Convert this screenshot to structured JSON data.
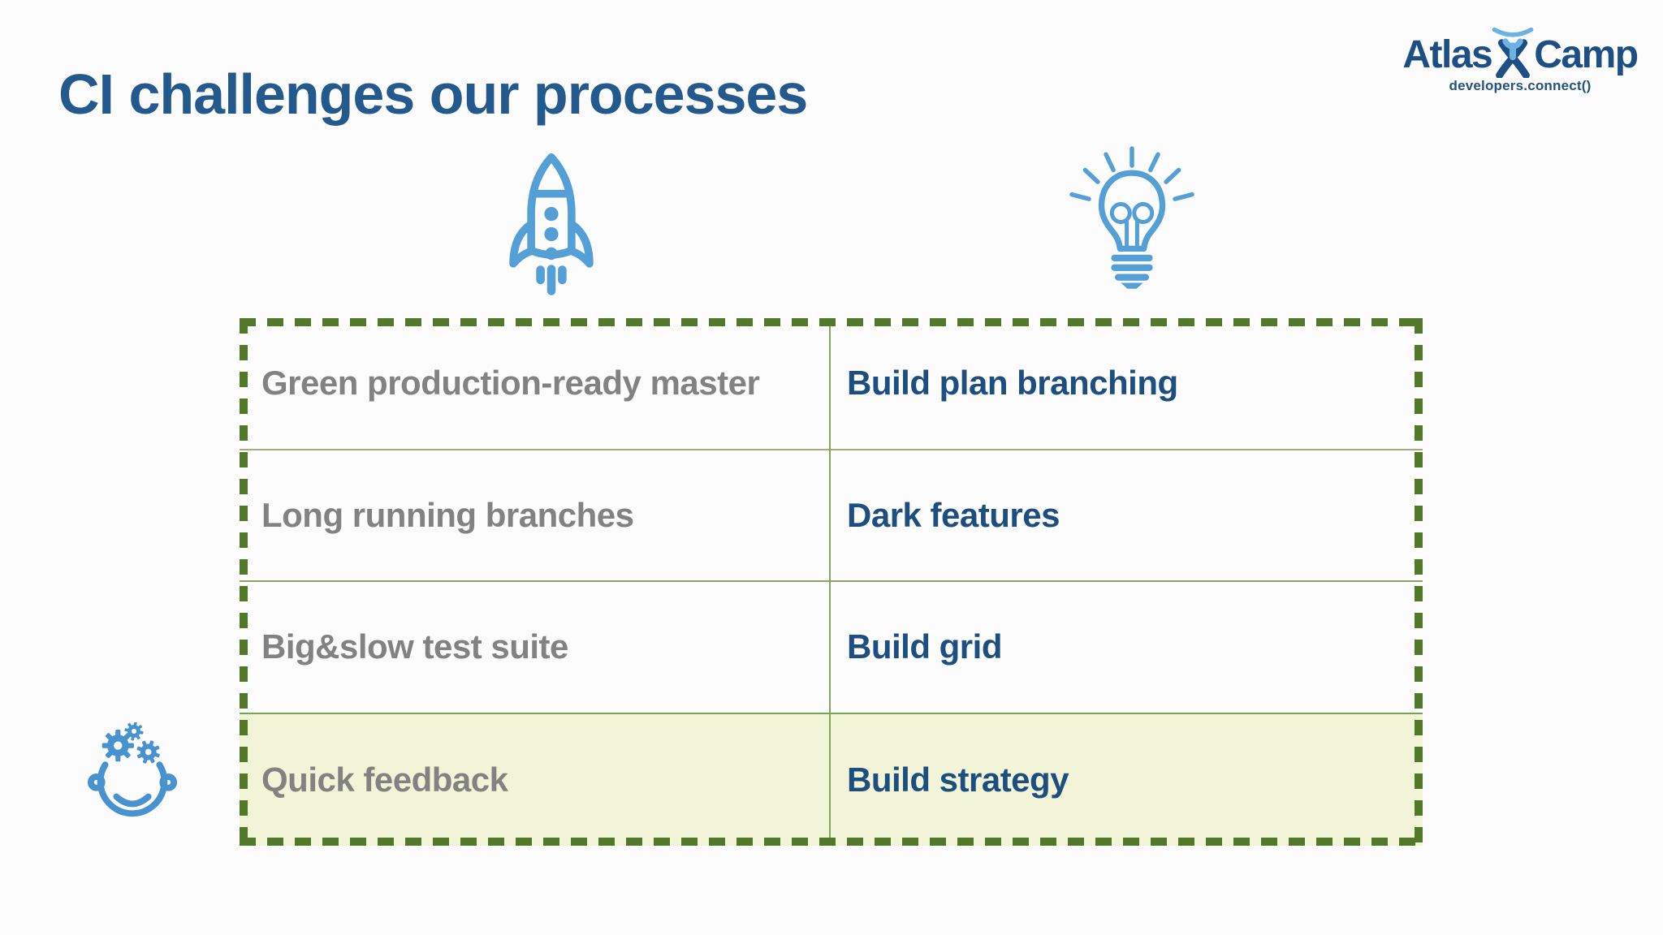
{
  "slide": {
    "title": "CI challenges our processes",
    "title_color": "#24598d",
    "background": "#fcfcfc"
  },
  "logo": {
    "brand_left": "Atlas",
    "brand_right": "Camp",
    "tagline": "developers.connect()",
    "brand_color": "#1e4f84",
    "mark_color_light": "#6cb3e2",
    "mark_color_dark": "#1e4f84"
  },
  "icons": {
    "top_left": {
      "name": "rocket-icon",
      "color": "#539fd6"
    },
    "top_right": {
      "name": "lightbulb-icon",
      "color": "#539fd6"
    },
    "bottom_left": {
      "name": "head-with-gears-icon",
      "color": "#4792cf"
    }
  },
  "table": {
    "border_color": "#52782a",
    "column_divider_color": "#84a65c",
    "row_divider_colors": [
      "#a4aa7c",
      "#8aa562",
      "#6fa653"
    ],
    "highlight_row_bg": "#f2f4d7",
    "challenge_text_color": "#828282",
    "solution_text_color": "#1d4e80",
    "rows": [
      {
        "challenge": "Green production-ready master",
        "solution": "Build plan branching",
        "highlighted": false
      },
      {
        "challenge": "Long running branches",
        "solution": "Dark features",
        "highlighted": false
      },
      {
        "challenge": "Big&slow test suite",
        "solution": "Build grid",
        "highlighted": false
      },
      {
        "challenge": "Quick feedback",
        "solution": "Build strategy",
        "highlighted": true
      }
    ]
  }
}
